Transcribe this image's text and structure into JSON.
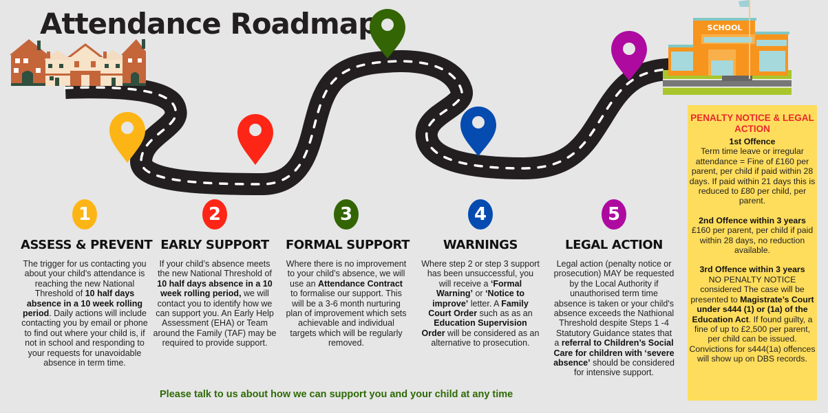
{
  "title": "Attendance Roadmap",
  "school_sign": "SCHOOL",
  "colors": {
    "background": "#e6e6e6",
    "step1": "#fdb516",
    "step2": "#fd2516",
    "step3": "#336504",
    "step4": "#054bb0",
    "step5": "#ae0aa0",
    "penalty_box": "#fedd5c",
    "penalty_title": "#e8282c",
    "footer": "#2e6a06"
  },
  "steps": [
    {
      "number": "1",
      "heading": "ASSESS & PREVENT",
      "body": [
        {
          "t": "The trigger for us contacting you about your child's attendance is reaching the new National Threshold of "
        },
        {
          "t": "10 half days absence in a 10 week rolling period",
          "b": true
        },
        {
          "t": ". Daily actions will include contacting you by email or phone to find out where your child is, if not in school and responding to your requests for unavoidable absence in term time."
        }
      ]
    },
    {
      "number": "2",
      "heading": "EARLY SUPPORT",
      "body": [
        {
          "t": "If your child’s absence meets the new National Threshold of "
        },
        {
          "t": "10 half days absence in a 10 week rolling period,",
          "b": true
        },
        {
          "t": " we will contact you to identify how we can support you. An Early Help Assessment (EHA) or Team around the Family (TAF) may be required to provide support."
        }
      ]
    },
    {
      "number": "3",
      "heading": "FORMAL SUPPORT",
      "body": [
        {
          "t": "Where there is no improvement to your child’s absence,  we will use an "
        },
        {
          "t": "Attendance Contract",
          "b": true
        },
        {
          "t": "  to formalise our support. This will be a 3-6 month nurturing plan of improvement which sets achievable and individual targets which will be regularly removed."
        }
      ]
    },
    {
      "number": "4",
      "heading": "WARNINGS",
      "body": [
        {
          "t": "Where step 2 or step 3 support has been unsuccessful, you will receive a "
        },
        {
          "t": "‘Formal Warning’",
          "b": true
        },
        {
          "t": " or "
        },
        {
          "t": "‘Notice to improve’",
          "b": true
        },
        {
          "t": " letter. A "
        },
        {
          "t": "Family Court Order",
          "b": true
        },
        {
          "t": " such as as an "
        },
        {
          "t": "Education Supervision Order",
          "b": true
        },
        {
          "t": " will  be considered as an alternative to prosecution."
        }
      ]
    },
    {
      "number": "5",
      "heading": "LEGAL ACTION",
      "body": [
        {
          "t": "Legal action (penalty notice or prosecution) MAY be requested by the Local Authority if unauthorised term time absence is taken or your child's absence exceeds the Nathional Threshold despite Steps 1 -4 Statutory Guidance states that a "
        },
        {
          "t": "referral to Children’s Social Care for children with ‘severe absence’",
          "b": true
        },
        {
          "t": " should be considered for intensive support."
        }
      ]
    }
  ],
  "penalty": {
    "title": "PENALTY NOTICE & LEGAL ACTION",
    "offences": [
      {
        "title": "1st Offence",
        "body": [
          {
            "t": "Term time leave or irregular attendance  = Fine of £160 per parent, per child if paid within 28 days. If paid within 21 days this is reduced to £80 per child, per parent."
          }
        ]
      },
      {
        "title": "2nd Offence within 3 years",
        "body": [
          {
            "t": "£160 per parent, per child if paid within 28 days, no reduction available."
          }
        ]
      },
      {
        "title": "3rd Offence within 3 years",
        "body": [
          {
            "t": "NO PENALTY NOTICE considered The case will be presented to "
          },
          {
            "t": "Magistrate’s Court under s444 (1) or (1a) of the Education Act",
            "b": true
          },
          {
            "t": ". If found guilty, a fine of up to £2,500 per parent, per child can be issued. Convictions for s444(1a) offences will show up on DBS records."
          }
        ]
      }
    ]
  },
  "footer": "Please talk to us about how we can support you and your child at any time"
}
